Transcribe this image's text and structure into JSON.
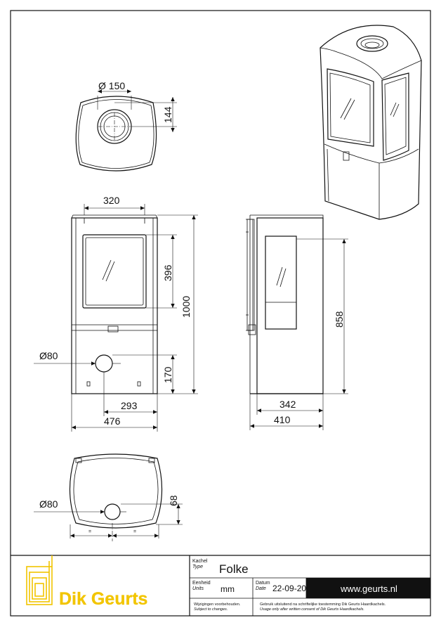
{
  "drawing": {
    "dimensions": {
      "flue_diameter": "Ø 150",
      "flue_offset": "144",
      "top_width": "320",
      "glass_height": "396",
      "total_height": "1000",
      "height_858": "858",
      "rear_outlet": "Ø80",
      "rear_outlet_height": "170",
      "rear_outlet_offset": "293",
      "front_width": "476",
      "side_depth_inner": "342",
      "side_depth": "410",
      "bottom_outlet": "Ø80",
      "bottom_outlet_offset": "68"
    }
  },
  "title_block": {
    "logo_text": "Dik Geurts",
    "type_label_nl": "Kachel",
    "type_label_en": "Type",
    "product_name": "Folke",
    "unit_label_nl": "Eenheid",
    "unit_label_en": "Units",
    "unit_value": "mm",
    "date_label_nl": "Datum",
    "date_label_en": "Date",
    "date_value": "22-09-20",
    "website": "www.geurts.nl",
    "changes_nl": "Wijzigingen voorbehouden.",
    "changes_en": "Subject to changes.",
    "consent_nl": "Gebruik uitsluitend na schriftelijke toestemming Dik Geurts Haardkachels.",
    "consent_en": "Usage only after written consent of Dik Geurts Haardkachels."
  },
  "colors": {
    "line": "#111111",
    "logo": "#f2c500",
    "banner": "#111111"
  }
}
